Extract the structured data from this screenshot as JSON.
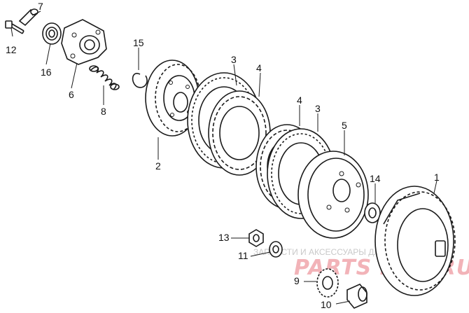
{
  "diagram": {
    "callouts": {
      "p1": "1",
      "p2": "2",
      "p3a": "3",
      "p3b": "3",
      "p4a": "4",
      "p4b": "4",
      "p5": "5",
      "p6": "6",
      "p7": "7",
      "p8": "8",
      "p9": "9",
      "p10": "10",
      "p11": "11",
      "p12": "12",
      "p13": "13",
      "p14": "14",
      "p15": "15",
      "p16": "16"
    }
  },
  "watermark": {
    "tagline": "ЗАПЧАСТИ И АКСЕССУАРЫ ДЛЯ МОТОТЕХНИКИ",
    "logo": "PARTS FOR.RU"
  }
}
